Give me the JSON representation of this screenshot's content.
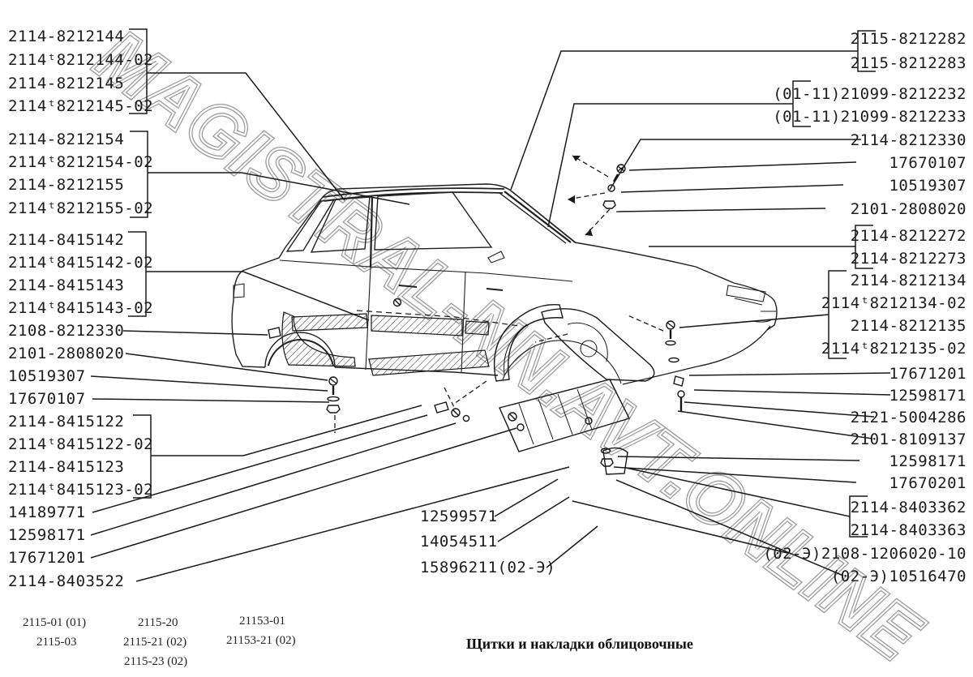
{
  "watermark": {
    "text": "MAGISTRAL-NN.AVT.ONLINE",
    "stroke_color": "#9e9e9e"
  },
  "left_column": {
    "labels": [
      "2114-8212144",
      "2114ᵗ8212144-02",
      "2114-8212145",
      "2114ᵗ8212145-02",
      "2114-8212154",
      "2114ᵗ8212154-02",
      "2114-8212155",
      "2114ᵗ8212155-02",
      "2114-8415142",
      "2114ᵗ8415142-02",
      "2114-8415143",
      "2114ᵗ8415143-02",
      "2108-8212330",
      "2101-2808020",
      "10519307",
      "17670107",
      "2114-8415122",
      "2114ᵗ8415122-02",
      "2114-8415123",
      "2114ᵗ8415123-02",
      "14189771",
      "12598171",
      "17671201",
      "2114-8403522"
    ]
  },
  "right_column": {
    "labels": [
      "2115-8212282",
      "2115-8212283",
      "(01-11)21099-8212232",
      "(01-11)21099-8212233",
      "2114-8212330",
      "17670107",
      "10519307",
      "2101-2808020",
      "2114-8212272",
      "2114-8212273",
      "2114-8212134",
      "2114ᵗ8212134-02",
      "2114-8212135",
      "2114ᵗ8212135-02",
      "17671201",
      "12598171",
      "2121-5004286",
      "2101-8109137",
      "12598171",
      "17670201",
      "2114-8403362",
      "2114-8403363",
      "(02-Э)2108-1206020-10",
      "(02-Э)10516470"
    ]
  },
  "center_labels": [
    "12599571",
    "14054511",
    "15896211(02-Э)"
  ],
  "footer": {
    "variants_col1": [
      "2115-01 (01)",
      "2115-03"
    ],
    "variants_col2": [
      "2115-20",
      "2115-21 (02)",
      "2115-23 (02)"
    ],
    "variants_col3": [
      "21153-01",
      "21153-21 (02)"
    ],
    "caption": "Щитки и накладки облицовочные"
  }
}
